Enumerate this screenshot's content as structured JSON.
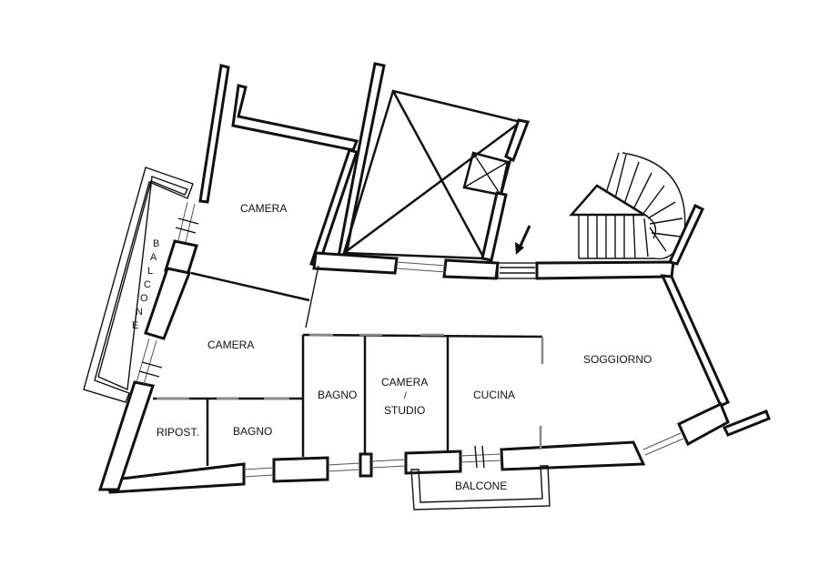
{
  "plan": {
    "rooms": {
      "camera_top": "CAMERA",
      "camera_middle": "CAMERA",
      "ripostiglio": "RIPOST.",
      "bagno_left": "BAGNO",
      "bagno_center": "BAGNO",
      "camera_studio_line1": "CAMERA",
      "camera_studio_line2": "/",
      "camera_studio_line3": "STUDIO",
      "cucina": "CUCINA",
      "soggiorno": "SOGGIORNO",
      "balcone_bottom": "BALCONE",
      "balcone_side_letters": [
        "B",
        "A",
        "L",
        "C",
        "O",
        "N",
        "E"
      ]
    },
    "colors": {
      "line": "#111111",
      "background": "#ffffff"
    }
  }
}
